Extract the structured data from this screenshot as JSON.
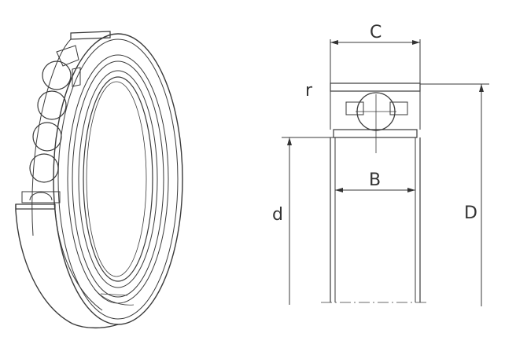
{
  "figure": {
    "colors": {
      "line": "#3a3a3a",
      "fill": "#ffffff",
      "hatch": "#555555"
    },
    "labels": {
      "C": "C",
      "r": "r",
      "B": "B",
      "d": "d",
      "D": "D"
    }
  }
}
